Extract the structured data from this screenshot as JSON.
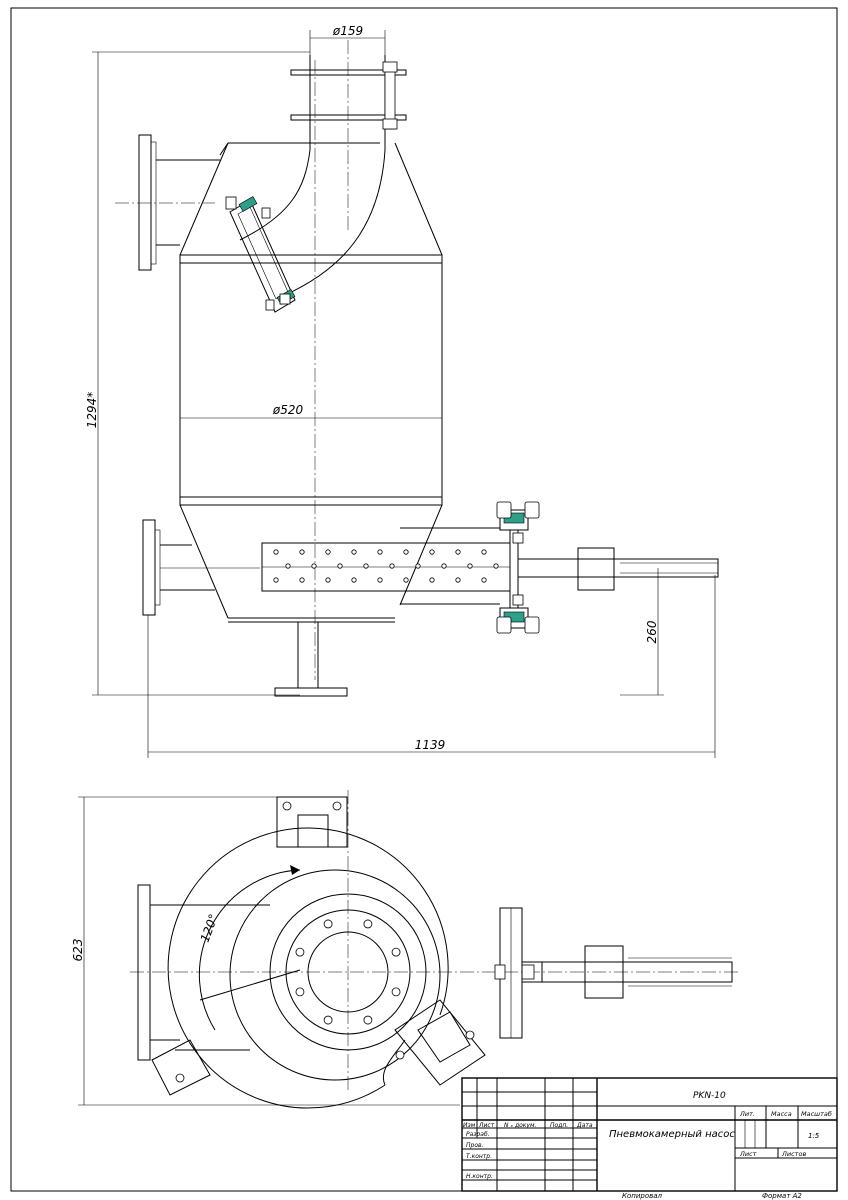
{
  "drawing": {
    "dimensions": {
      "pipe_diameter": "ø159",
      "body_diameter": "ø520",
      "overall_height": "1294*",
      "outlet_height": "260",
      "overall_length": "1139",
      "plan_width": "623",
      "angle": "120°"
    }
  },
  "title_block": {
    "designation": "PKN-10",
    "name": "Пневмокамерный насос",
    "headers": {
      "change": "Изм",
      "sheet": "Лист",
      "doc_no": "N ₓ докум.",
      "signature": "Подп.",
      "date": "Дата"
    },
    "roles": {
      "developer": "Разраб.",
      "checker": "Пров.",
      "tech_control": "Т.контр.",
      "norm_control": "Н.контр."
    },
    "cells": {
      "letter": "Лит.",
      "mass": "Масса",
      "scale_label": "Масштаб",
      "scale_value": "1:5",
      "sheet": "Лист",
      "sheets": "Листов"
    }
  },
  "footer": {
    "copied": "Копировал",
    "format": "Формат А2"
  }
}
